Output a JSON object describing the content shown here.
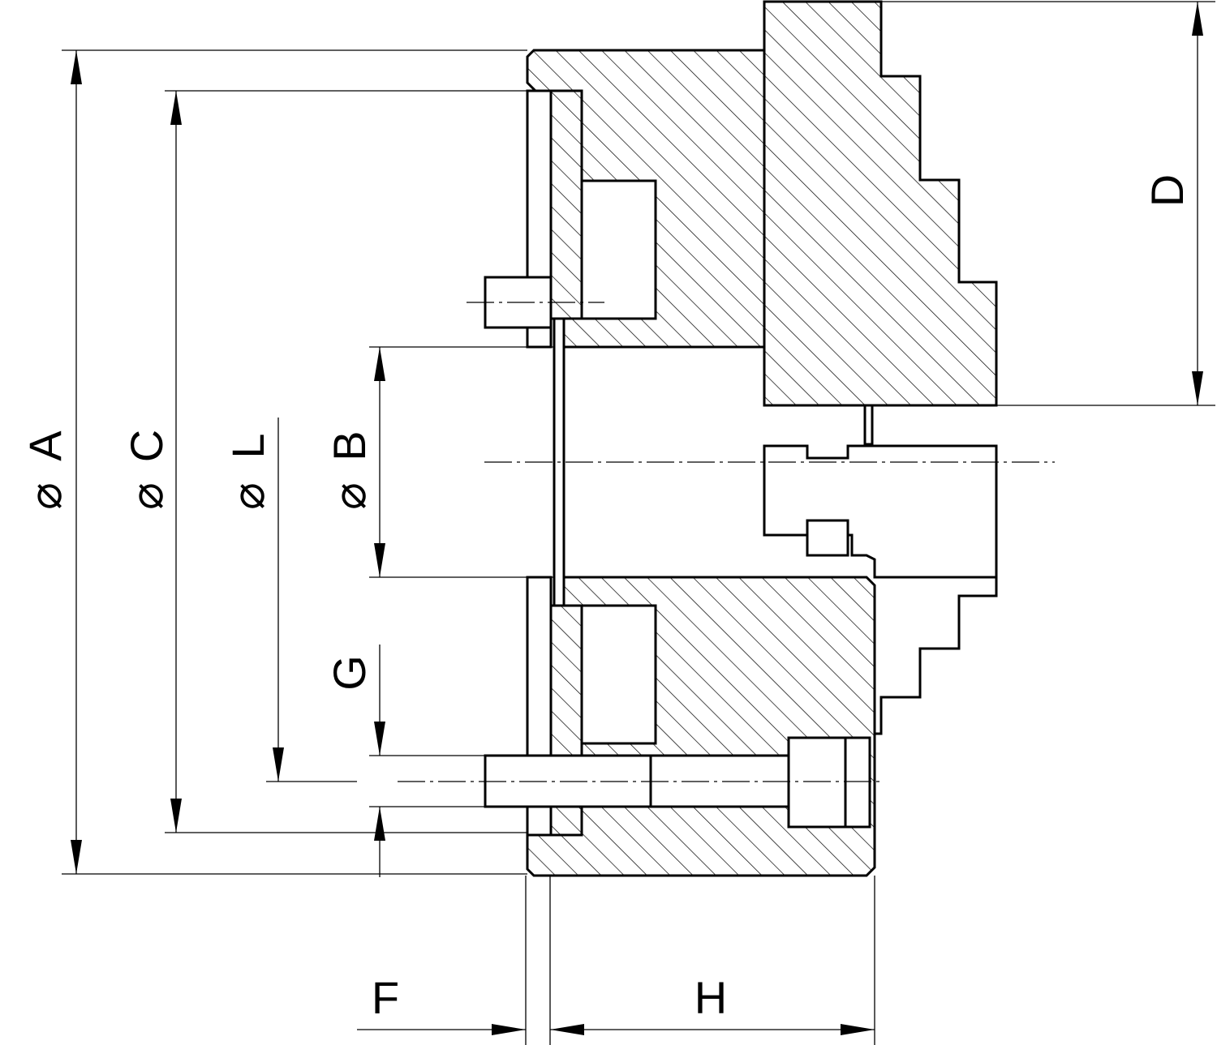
{
  "labels": {
    "A": "A",
    "C": "C",
    "L": "L",
    "B": "B",
    "D": "D",
    "G": "G",
    "F": "F",
    "H": "H"
  },
  "diameter_symbol": "⌀",
  "colors": {
    "ink": "#000000",
    "background": "#ffffff"
  }
}
